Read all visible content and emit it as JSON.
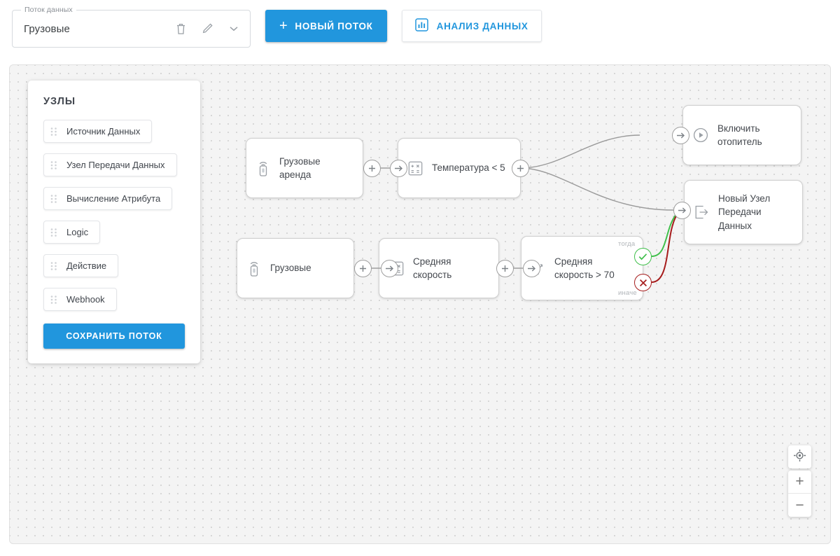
{
  "toolbar": {
    "flow_select": {
      "label": "Поток данных",
      "value": "Грузовые",
      "delete_icon": "trash-icon",
      "edit_icon": "pencil-icon",
      "dropdown_icon": "chevron-down-icon"
    },
    "new_flow_button": "НОВЫЙ ПОТОК",
    "new_flow_plus": "+",
    "analyze_button": "АНАЛИЗ ДАННЫХ",
    "analyze_icon": "bar-chart-icon"
  },
  "palette": {
    "title": "УЗЛЫ",
    "items": [
      {
        "label": "Источник Данных",
        "icon": "drag-handle-icon"
      },
      {
        "label": "Узел Передачи Данных",
        "icon": "drag-handle-icon"
      },
      {
        "label": "Вычисление Атрибута",
        "icon": "drag-handle-icon"
      },
      {
        "label": "Logic",
        "icon": "drag-handle-icon"
      },
      {
        "label": "Действие",
        "icon": "drag-handle-icon"
      },
      {
        "label": "Webhook",
        "icon": "drag-handle-icon"
      }
    ],
    "save_button": "СОХРАНИТЬ ПОТОК"
  },
  "flow": {
    "nodes": [
      {
        "id": "n1",
        "label": "Грузовые аренда",
        "icon": "sensor-icon"
      },
      {
        "id": "n2",
        "label": "Температура < 5",
        "icon": "calculator-icon"
      },
      {
        "id": "n3",
        "label": "Включить отопитель",
        "icon": "play-circle-icon"
      },
      {
        "id": "n4",
        "label": "Новый Узел Передачи Данных",
        "icon": "export-icon"
      },
      {
        "id": "n5",
        "label": "Грузовые",
        "icon": "sensor-icon"
      },
      {
        "id": "n6",
        "label": "Средняя скорость",
        "icon": "calculator-icon"
      },
      {
        "id": "n7",
        "label": "Средняя скорость > 70",
        "icon": "branch-icon"
      }
    ],
    "branch_labels": {
      "then": "тогда",
      "else": "иначе"
    },
    "ports": {
      "add": "+",
      "input": "→"
    },
    "badges": {
      "then_icon": "check-circle-icon",
      "else_icon": "cross-circle-icon"
    },
    "colors": {
      "then": "#3fbf4a",
      "else": "#a61c1c",
      "edge": "#9a9a9a",
      "accent": "#2196dd"
    }
  },
  "controls": {
    "locate_icon": "crosshair-icon",
    "zoom_in": "+",
    "zoom_out": "−"
  }
}
